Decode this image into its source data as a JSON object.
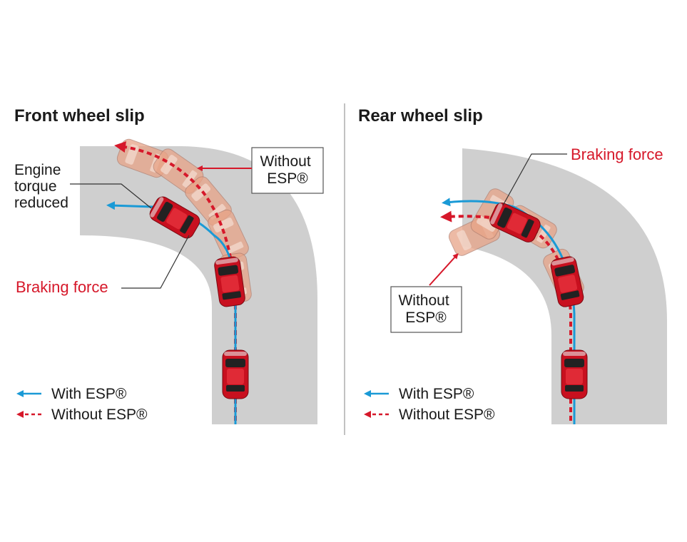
{
  "colors": {
    "road": "#cfcfcf",
    "car_body": "#c8101f",
    "car_ghost": "#e8a487",
    "with_esp": "#1a9ad6",
    "without_esp": "#d6182a",
    "divider": "#9a9a9a",
    "text": "#1a1a1a"
  },
  "front": {
    "title": "Front wheel slip",
    "engine_label_1": "Engine",
    "engine_label_2": "torque",
    "engine_label_3": "reduced",
    "callout_line_1": "Without",
    "callout_line_2": "ESP®",
    "braking_label": "Braking force",
    "legend_with": "With ESP®",
    "legend_without": "Without ESP®"
  },
  "rear": {
    "title": "Rear wheel slip",
    "braking_label": "Braking force",
    "callout_line_1": "Without",
    "callout_line_2": "ESP®",
    "legend_with": "With ESP®",
    "legend_without": "Without ESP®"
  }
}
